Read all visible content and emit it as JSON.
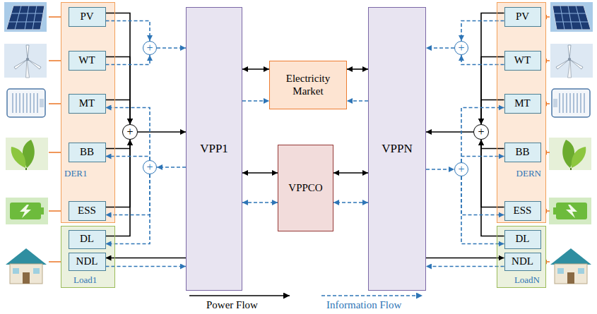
{
  "diagram": {
    "nodes": [
      {
        "text": [
          "DER1"
        ]
      },
      {
        "text": [
          "PV"
        ],
        "in": 0
      },
      {
        "text": [
          "WT"
        ],
        "in": 0
      },
      {
        "text": [
          "MT"
        ],
        "in": 0
      },
      {
        "text": [
          "BB"
        ],
        "in": 0
      },
      {
        "text": [
          "ESS"
        ],
        "in": 0
      },
      {
        "text": [
          "Load1"
        ]
      },
      {
        "text": [
          "DL"
        ],
        "in": 6
      },
      {
        "text": [
          "NDL"
        ],
        "in": 6
      },
      {
        "text": [
          "+"
        ]
      },
      {
        "text": [
          "+"
        ]
      },
      {
        "text": [
          "+"
        ]
      },
      {
        "text": [
          "VPP1"
        ]
      },
      {
        "text": [
          "Electricity Market"
        ]
      },
      {
        "text": [
          "VPPCO"
        ]
      },
      {
        "text": [
          "VPPN"
        ]
      },
      {
        "text": [
          "+"
        ]
      },
      {
        "text": [
          "+"
        ]
      },
      {
        "text": [
          "+"
        ]
      },
      {
        "text": [
          "DERN"
        ]
      },
      {
        "text": [
          "PV"
        ],
        "in": 19
      },
      {
        "text": [
          "WT"
        ],
        "in": 19
      },
      {
        "text": [
          "MT"
        ],
        "in": 19
      },
      {
        "text": [
          "BB"
        ],
        "in": 19
      },
      {
        "text": [
          "ESS"
        ],
        "in": 19
      },
      {
        "text": [
          "LoadN"
        ]
      },
      {
        "text": [
          "DL"
        ],
        "in": 25
      },
      {
        "text": [
          "NDL"
        ],
        "in": 25
      }
    ],
    "edges": [
      {
        "from": 1,
        "to": 10,
        "arrow": "to"
      },
      {
        "from": 2,
        "to": 10,
        "arrow": "to"
      },
      {
        "from": 3,
        "to": 10,
        "arrow": "to"
      },
      {
        "from": 4,
        "to": 10,
        "arrow": "to"
      },
      {
        "from": 5,
        "to": 10,
        "arrow": "to"
      },
      {
        "from": 7,
        "to": 10,
        "arrow": "none"
      },
      {
        "from": 10,
        "to": 12,
        "arrow": "to"
      },
      {
        "from": 12,
        "to": 8,
        "arrow": "to"
      },
      {
        "from": 12,
        "to": 13,
        "arrow": "both"
      },
      {
        "from": 12,
        "to": 14,
        "arrow": "both"
      },
      {
        "from": 15,
        "to": 13,
        "arrow": "both"
      },
      {
        "from": 15,
        "to": 14,
        "arrow": "both"
      },
      {
        "from": 17,
        "to": 15,
        "arrow": "to"
      },
      {
        "from": 20,
        "to": 17,
        "arrow": "to"
      },
      {
        "from": 21,
        "to": 17,
        "arrow": "to"
      },
      {
        "from": 22,
        "to": 17,
        "arrow": "to"
      },
      {
        "from": 23,
        "to": 17,
        "arrow": "to"
      },
      {
        "from": 24,
        "to": 17,
        "arrow": "to"
      },
      {
        "from": 26,
        "to": 17,
        "arrow": "none"
      },
      {
        "from": 15,
        "to": 27,
        "arrow": "to"
      },
      {
        "from": 1,
        "to": 9,
        "arrow": "to"
      },
      {
        "from": 2,
        "to": 9,
        "arrow": "to"
      },
      {
        "from": 9,
        "to": 12,
        "arrow": "to"
      },
      {
        "from": 12,
        "to": 11,
        "arrow": "to"
      },
      {
        "from": 11,
        "to": 3,
        "arrow": "to"
      },
      {
        "from": 11,
        "to": 4,
        "arrow": "to"
      },
      {
        "from": 11,
        "to": 5,
        "arrow": "to"
      },
      {
        "from": 11,
        "to": 7,
        "arrow": "to"
      },
      {
        "from": 8,
        "to": 12,
        "arrow": "to"
      },
      {
        "from": 12,
        "to": 13,
        "arrow": "to"
      },
      {
        "from": 12,
        "to": 14,
        "arrow": "both"
      },
      {
        "from": 15,
        "to": 14,
        "arrow": "both"
      },
      {
        "from": 15,
        "to": 13,
        "arrow": "to"
      },
      {
        "from": 20,
        "to": 16,
        "arrow": "to"
      },
      {
        "from": 21,
        "to": 16,
        "arrow": "to"
      },
      {
        "from": 16,
        "to": 15,
        "arrow": "to"
      },
      {
        "from": 15,
        "to": 18,
        "arrow": "to"
      },
      {
        "from": 18,
        "to": 22,
        "arrow": "to"
      },
      {
        "from": 18,
        "to": 23,
        "arrow": "to"
      },
      {
        "from": 18,
        "to": 24,
        "arrow": "to"
      },
      {
        "from": 18,
        "to": 26,
        "arrow": "to"
      },
      {
        "from": 27,
        "to": 15,
        "arrow": "to"
      }
    ],
    "legend": [
      {
        "text": "Power Flow"
      },
      {
        "text": "Information Flow"
      }
    ]
  }
}
